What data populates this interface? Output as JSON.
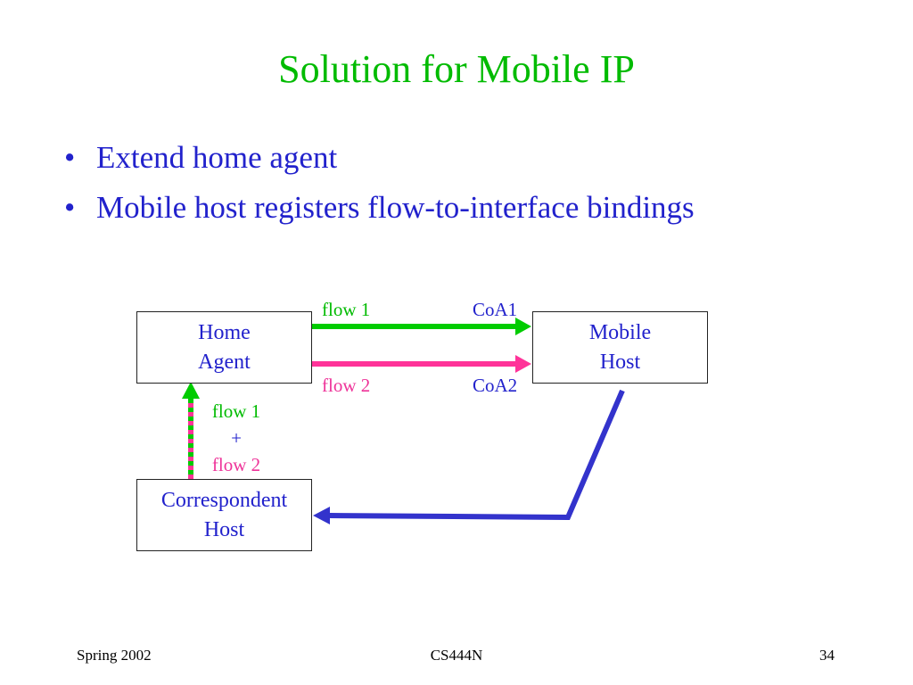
{
  "title": "Solution for Mobile IP",
  "bullets": [
    "Extend home agent",
    "Mobile host registers flow-to-interface bindings"
  ],
  "diagram": {
    "home_agent": {
      "line1": "Home",
      "line2": "Agent"
    },
    "mobile_host": {
      "line1": "Mobile",
      "line2": "Host"
    },
    "correspondent_host": {
      "line1": "Correspondent",
      "line2": "Host"
    },
    "flow1_label": "flow 1",
    "flow2_label": "flow 2",
    "coa1_label": "CoA1",
    "coa2_label": "CoA2",
    "combined_flow": {
      "line1": "flow 1",
      "plus": "+",
      "line2": "flow 2"
    },
    "colors": {
      "flow1": "#00cc00",
      "flow2": "#ff3399",
      "return_path": "#3333cc"
    }
  },
  "footer": {
    "left": "Spring 2002",
    "center": "CS444N",
    "right": "34"
  }
}
